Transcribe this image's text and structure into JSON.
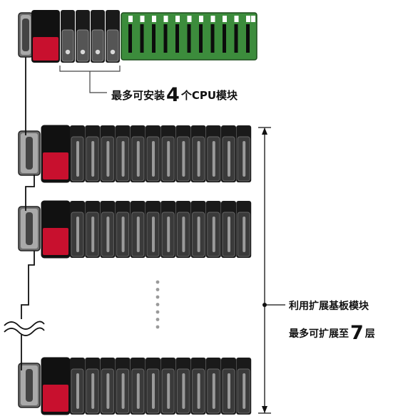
{
  "cpu_annotation": {
    "prefix": "最多可安装",
    "number": "4",
    "suffix": "个CPU模块"
  },
  "extension_annotation": {
    "line1": "利用扩展基板模块",
    "line2_prefix": "最多可扩展至",
    "line2_number": "7",
    "line2_suffix": "层"
  },
  "colors": {
    "power_module": "#c8102e",
    "module_dark": "#3a3a3a",
    "io_green": "#3c8c3c",
    "connector_gray": "#a9a9a9"
  }
}
